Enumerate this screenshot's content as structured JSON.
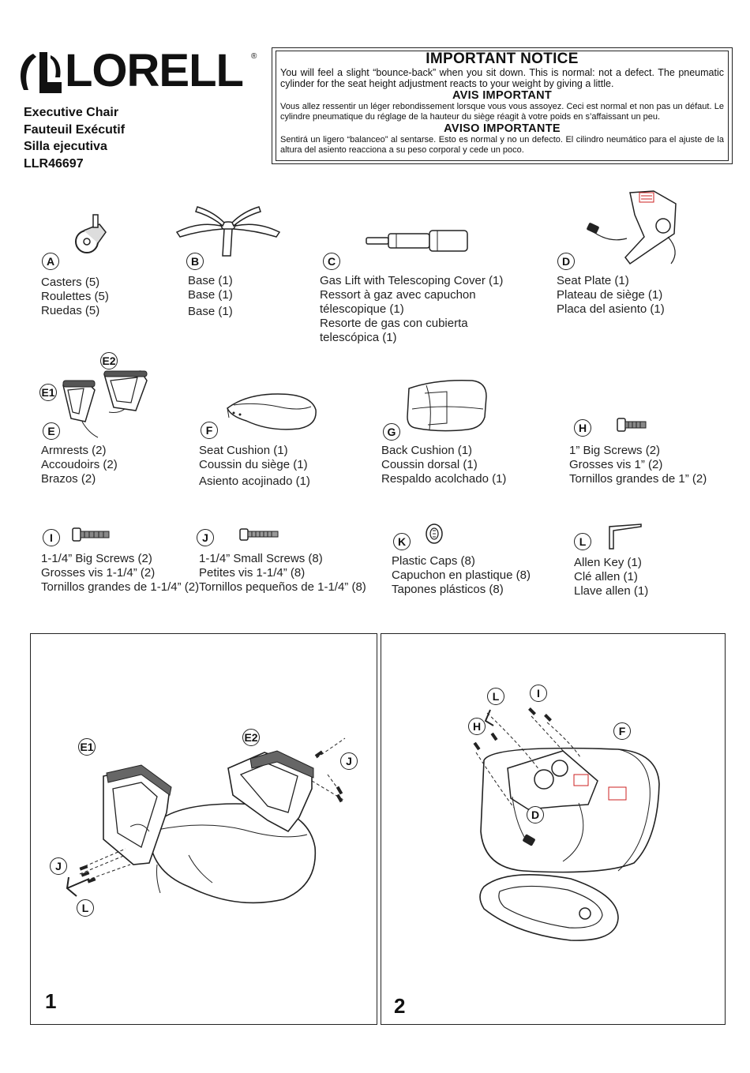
{
  "brand": {
    "name": "LORELL",
    "registered_mark": "®"
  },
  "product": {
    "title_en": "Executive Chair",
    "title_fr": "Fauteuil Exécutif",
    "title_es": "Silla ejecutiva",
    "model": "LLR46697"
  },
  "notice": {
    "heading_en": "IMPORTANT NOTICE",
    "text_en": "You will feel a slight “bounce-back” when you sit down. This is normal: not a defect. The pneumatic cylinder for the seat height adjustment reacts to your weight by giving a little.",
    "heading_fr": "AVIS IMPORTANT",
    "text_fr": "Vous allez ressentir un léger rebondissement lorsque vous vous assoyez. Ceci est normal et non pas un défaut. Le cylindre pneumatique du réglage de la hauteur du siège réagit à votre poids en s’affaissant un peu.",
    "heading_es": "AVISO IMPORTANTE",
    "text_es": "Sentirá un ligero “balanceo” al sentarse. Esto es normal y no un defecto. El cilindro neumático para el ajuste de la altura del asiento reacciona a su peso corporal y cede un poco."
  },
  "parts": {
    "A": {
      "letter": "A",
      "lines": [
        "Casters (5)",
        "Roulettes (5)",
        "Ruedas (5)"
      ]
    },
    "B": {
      "letter": "B",
      "lines": [
        "Base (1)",
        "Base (1)",
        "Base (1)"
      ]
    },
    "C": {
      "letter": "C",
      "lines": [
        "Gas Lift with Telescoping Cover (1)",
        "Ressort à gaz avec capuchon",
        "télescopique (1)",
        "Resorte de gas con cubierta",
        "telescópica (1)"
      ]
    },
    "D": {
      "letter": "D",
      "lines": [
        "Seat Plate (1)",
        "Plateau de siège (1)",
        "Placa del asiento (1)"
      ]
    },
    "E": {
      "letter": "E",
      "sub1": "E1",
      "sub2": "E2",
      "lines": [
        "Armrests (2)",
        "Accoudoirs (2)",
        "Brazos (2)"
      ]
    },
    "F": {
      "letter": "F",
      "lines": [
        "Seat Cushion (1)",
        "Coussin du siège (1)",
        "Asiento acojinado (1)"
      ]
    },
    "G": {
      "letter": "G",
      "lines": [
        "Back Cushion (1)",
        "Coussin dorsal (1)",
        "Respaldo acolchado (1)"
      ]
    },
    "H": {
      "letter": "H",
      "lines": [
        "1” Big Screws (2)",
        "Grosses vis 1” (2)",
        "Tornillos grandes de 1” (2)"
      ]
    },
    "I": {
      "letter": "I",
      "lines": [
        "1-1/4” Big Screws (2)",
        "Grosses vis 1-1/4” (2)",
        "Tornillos grandes de 1-1/4” (2)"
      ]
    },
    "J": {
      "letter": "J",
      "lines": [
        "1-1/4” Small Screws (8)",
        "Petites vis 1-1/4” (8)",
        "Tornillos pequeños de 1-1/4” (8)"
      ]
    },
    "K": {
      "letter": "K",
      "lines": [
        "Plastic Caps (8)",
        "Capuchon en plastique (8)",
        "Tapones plásticos (8)"
      ]
    },
    "L": {
      "letter": "L",
      "lines": [
        "Allen Key (1)",
        "Clé allen (1)",
        "Llave allen (1)"
      ]
    }
  },
  "steps": {
    "step1": {
      "number": "1",
      "labels": {
        "e1": "E1",
        "e2": "E2",
        "j_left": "J",
        "j_right": "J",
        "l": "L"
      }
    },
    "step2": {
      "number": "2",
      "labels": {
        "l": "L",
        "i": "I",
        "h": "H",
        "f": "F",
        "d": "D"
      }
    }
  }
}
